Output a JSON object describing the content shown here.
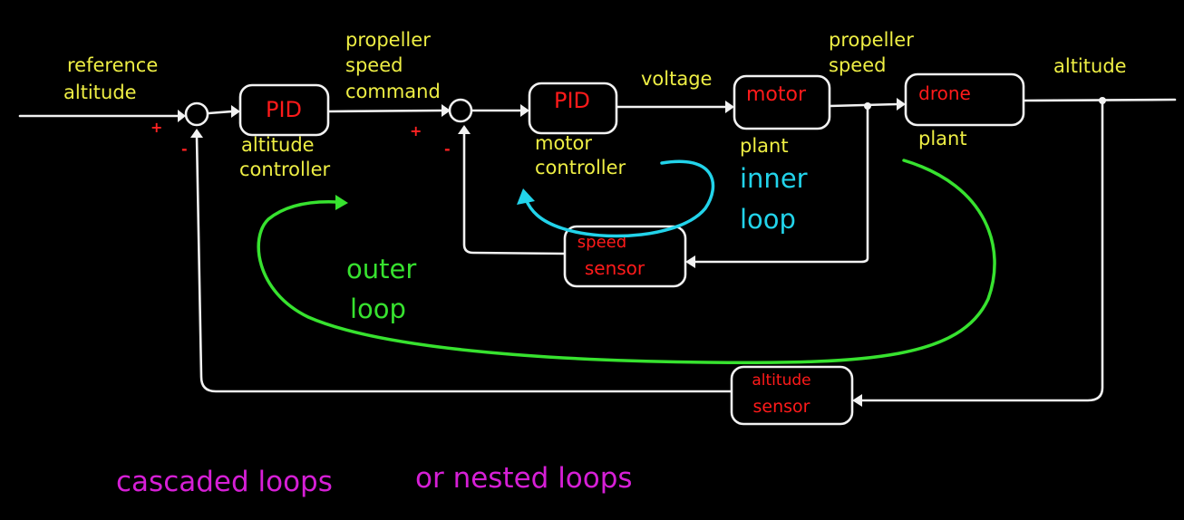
{
  "blocks": {
    "altitude_pid": "PID",
    "motor_pid": "PID",
    "motor": "motor",
    "drone": "drone",
    "speed_sensor_line1": "speed",
    "speed_sensor_line2": "sensor",
    "altitude_sensor_line1": "altitude",
    "altitude_sensor_line2": "sensor"
  },
  "labels": {
    "reference_line1": "reference",
    "reference_line2": "altitude",
    "prop_cmd_line1": "propeller",
    "prop_cmd_line2": "speed",
    "prop_cmd_line3": "command",
    "voltage": "voltage",
    "prop_speed_line1": "propeller",
    "prop_speed_line2": "speed",
    "altitude_out": "altitude",
    "alt_controller_line1": "altitude",
    "alt_controller_line2": "controller",
    "motor_controller_line1": "motor",
    "motor_controller_line2": "controller",
    "motor_plant": "plant",
    "drone_plant": "plant"
  },
  "signs": {
    "sum1_plus": "+",
    "sum1_minus": "-",
    "sum2_plus": "+",
    "sum2_minus": "-"
  },
  "loops": {
    "inner_line1": "inner",
    "inner_line2": "loop",
    "outer_line1": "outer",
    "outer_line2": "loop"
  },
  "caption": {
    "part1": "cascaded loops",
    "part2": "or nested loops"
  },
  "colors": {
    "background": "#000000",
    "wires": "#f2f2f2",
    "block_text": "#ff1a1a",
    "labels": "#eeee44",
    "inner_loop": "#22d3ea",
    "outer_loop": "#37e22f",
    "caption": "#d61fd6"
  }
}
